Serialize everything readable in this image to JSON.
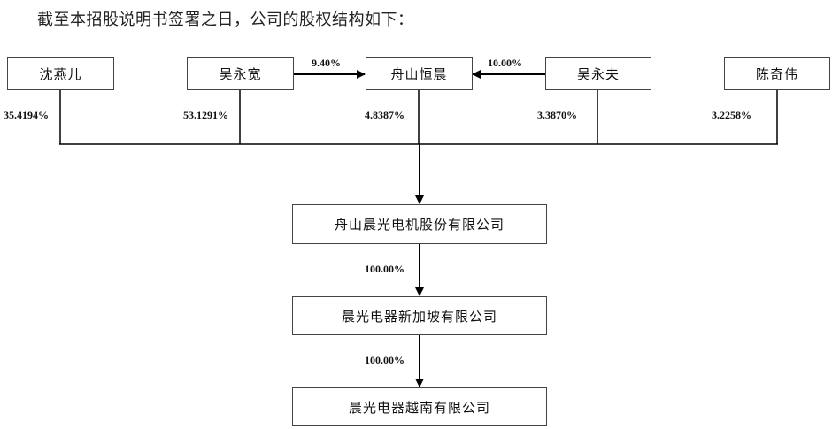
{
  "intro_text": "截至本招股说明书签署之日，公司的股权结构如下：",
  "shareholders": [
    {
      "name": "沈燕儿",
      "stake": "35.4194%"
    },
    {
      "name": "吴永宽",
      "stake": "53.1291%"
    },
    {
      "name": "舟山恒晨",
      "stake": "4.8387%"
    },
    {
      "name": "吴永夫",
      "stake": "3.3870%"
    },
    {
      "name": "陈奇伟",
      "stake": "3.2258%"
    }
  ],
  "side_links": {
    "wuyongkuan_to_hengchen": "9.40%",
    "wuyongfu_to_hengchen": "10.00%"
  },
  "companies": [
    {
      "name": "舟山晨光电机股份有限公司"
    },
    {
      "name": "晨光电器新加坡有限公司",
      "stake": "100.00%"
    },
    {
      "name": "晨光电器越南有限公司",
      "stake": "100.00%"
    }
  ]
}
